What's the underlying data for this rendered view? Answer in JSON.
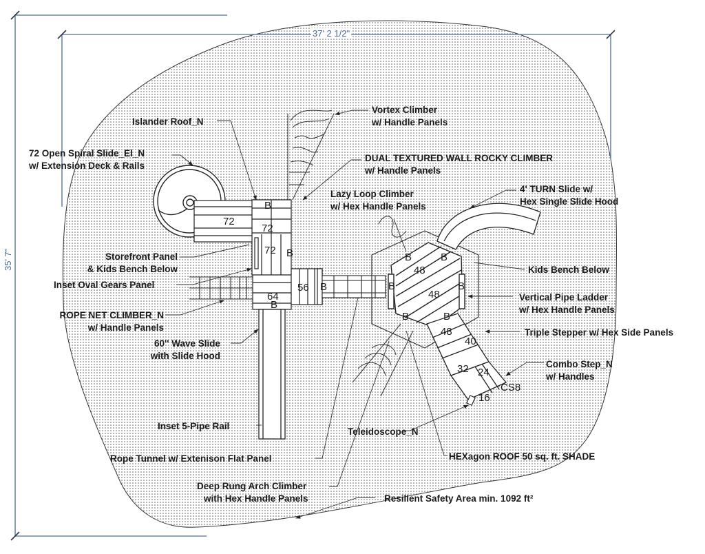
{
  "dimensions": {
    "width_label": "37' 2 1/2\"",
    "height_label": "35' 7\""
  },
  "safety_area": {
    "label": "Resilient Safety Area min. 1092 ft²"
  },
  "labels": {
    "islander_roof": "Islander Roof_N",
    "spiral_slide_1": "72 Open Spiral Slide_El_N",
    "spiral_slide_2": "w/ Extension Deck & Rails",
    "vortex_1": "Vortex Climber",
    "vortex_2": "w/ Handle Panels",
    "rocky_1": "DUAL TEXTURED WALL ROCKY CLIMBER",
    "rocky_2": "w/ Handle Panels",
    "lazy_1": "Lazy Loop Climber",
    "lazy_2": "w/ Hex Handle Panels",
    "turn_1": "4' TURN Slide w/",
    "turn_2": "Hex Single Slide Hood",
    "storefront_1": "Storefront Panel",
    "storefront_2": "& Kids Bench Below",
    "kids_bench": "Kids Bench Below",
    "oval_gears": "Inset Oval Gears Panel",
    "pipe_ladder_1": "Vertical Pipe Ladder",
    "pipe_ladder_2": "w/ Hex Handle Panels",
    "rope_net_1": "ROPE NET CLIMBER_N",
    "rope_net_2": "w/ Handle Panels",
    "triple_stepper": "Triple Stepper w/ Hex Side Panels",
    "wave_1": "60'' Wave Slide",
    "wave_2": "with Slide Hood",
    "combo_1": "Combo Step_N",
    "combo_2": "w/ Handles",
    "five_pipe": "Inset 5-Pipe Rail",
    "teleidoscope": "Teleidoscope_N",
    "rope_tunnel": "Rope Tunnel w/ Extenison Flat Panel",
    "hex_roof": "HEXagon ROOF 50 sq. ft. SHADE",
    "deep_rung_1": "Deep Rung Arch Climber",
    "deep_rung_2": "with Hex Handle Panels"
  },
  "deck_heights": {
    "spiral_ext": "72",
    "tower_top": "72",
    "tower_lower": "72",
    "deck_64": "64",
    "deck_56": "56",
    "hex_top": "48",
    "hex_mid": "48",
    "stepper_48": "48",
    "stepper_40": "40",
    "stepper_32": "32",
    "stepper_24": "24",
    "stepper_16": "16",
    "combo_step": "CS8",
    "bench_marker": "B"
  }
}
